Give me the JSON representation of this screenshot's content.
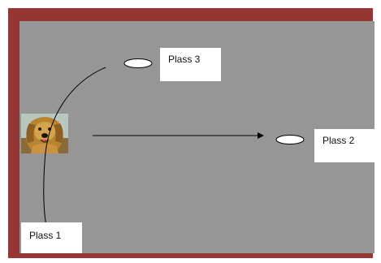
{
  "labels": {
    "plass1": "Plass 1",
    "plass2": "Plass 2",
    "plass3": "Plass 3"
  },
  "colors": {
    "frame": "#943634",
    "canvas": "#969696",
    "box": "#ffffff",
    "line": "#000000"
  },
  "icons": {
    "dog": "golden-retriever-photo"
  }
}
